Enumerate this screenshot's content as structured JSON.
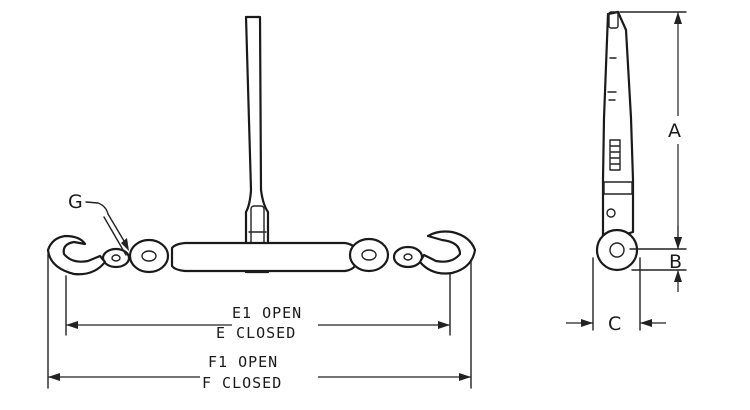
{
  "labels": {
    "g": "G",
    "a": "A",
    "b": "B",
    "c": "C",
    "e1": "E1 OPEN",
    "e": "E  CLOSED",
    "f1": "F1 OPEN",
    "f": "F  CLOSED"
  }
}
